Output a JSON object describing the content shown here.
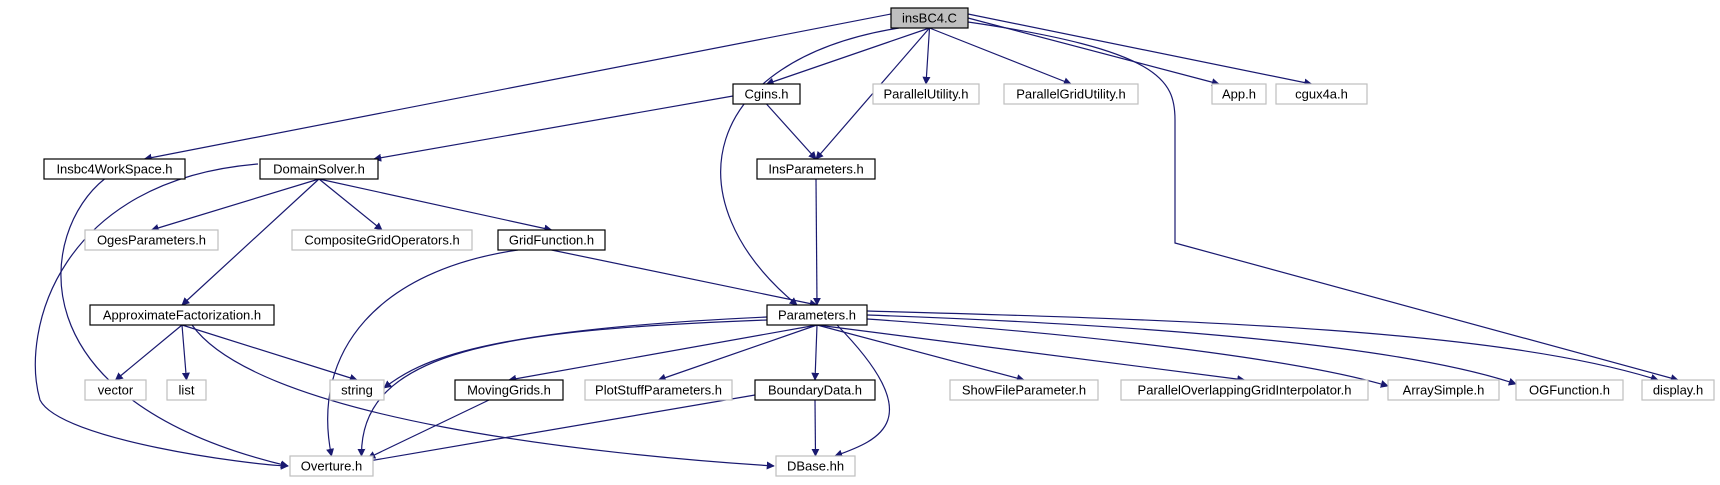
{
  "colors": {
    "edge": "#191970",
    "root_fill": "#bfbfbf",
    "root_stroke": "#000000",
    "local_stroke": "#000000",
    "external_stroke": "#bfbfbf",
    "external_text": "#555555"
  },
  "nodes": [
    {
      "id": "insBC4",
      "label": "insBC4.C",
      "kind": "root"
    },
    {
      "id": "Cgins",
      "label": "Cgins.h",
      "kind": "local"
    },
    {
      "id": "ParallelUtility",
      "label": "ParallelUtility.h",
      "kind": "external"
    },
    {
      "id": "ParallelGridUtility",
      "label": "ParallelGridUtility.h",
      "kind": "external"
    },
    {
      "id": "App",
      "label": "App.h",
      "kind": "external"
    },
    {
      "id": "cgux4a",
      "label": "cgux4a.h",
      "kind": "external"
    },
    {
      "id": "Insbc4WorkSpace",
      "label": "Insbc4WorkSpace.h",
      "kind": "local"
    },
    {
      "id": "DomainSolver",
      "label": "DomainSolver.h",
      "kind": "local"
    },
    {
      "id": "InsParameters",
      "label": "InsParameters.h",
      "kind": "local"
    },
    {
      "id": "OgesParameters",
      "label": "OgesParameters.h",
      "kind": "external"
    },
    {
      "id": "CompositeGridOperators",
      "label": "CompositeGridOperators.h",
      "kind": "external"
    },
    {
      "id": "GridFunction",
      "label": "GridFunction.h",
      "kind": "local"
    },
    {
      "id": "ApproximateFactorization",
      "label": "ApproximateFactorization.h",
      "kind": "local"
    },
    {
      "id": "Parameters",
      "label": "Parameters.h",
      "kind": "local"
    },
    {
      "id": "vector",
      "label": "vector",
      "kind": "external"
    },
    {
      "id": "list",
      "label": "list",
      "kind": "external"
    },
    {
      "id": "string",
      "label": "string",
      "kind": "external"
    },
    {
      "id": "MovingGrids",
      "label": "MovingGrids.h",
      "kind": "local"
    },
    {
      "id": "PlotStuffParameters",
      "label": "PlotStuffParameters.h",
      "kind": "external"
    },
    {
      "id": "BoundaryData",
      "label": "BoundaryData.h",
      "kind": "local"
    },
    {
      "id": "ShowFileParameter",
      "label": "ShowFileParameter.h",
      "kind": "external"
    },
    {
      "id": "ParallelOverlappingGridInterpolator",
      "label": "ParallelOverlappingGridInterpolator.h",
      "kind": "external"
    },
    {
      "id": "ArraySimple",
      "label": "ArraySimple.h",
      "kind": "external"
    },
    {
      "id": "OGFunction",
      "label": "OGFunction.h",
      "kind": "external"
    },
    {
      "id": "display",
      "label": "display.h",
      "kind": "external"
    },
    {
      "id": "Overture",
      "label": "Overture.h",
      "kind": "external"
    },
    {
      "id": "DBase",
      "label": "DBase.hh",
      "kind": "external"
    }
  ],
  "edges": [
    {
      "from": "insBC4",
      "to": "Cgins"
    },
    {
      "from": "insBC4",
      "to": "ParallelUtility"
    },
    {
      "from": "insBC4",
      "to": "ParallelGridUtility"
    },
    {
      "from": "insBC4",
      "to": "App"
    },
    {
      "from": "insBC4",
      "to": "cgux4a"
    },
    {
      "from": "insBC4",
      "to": "Insbc4WorkSpace"
    },
    {
      "from": "insBC4",
      "to": "InsParameters"
    },
    {
      "from": "insBC4",
      "to": "Parameters"
    },
    {
      "from": "insBC4",
      "to": "display"
    },
    {
      "from": "Cgins",
      "to": "DomainSolver"
    },
    {
      "from": "Cgins",
      "to": "InsParameters"
    },
    {
      "from": "Insbc4WorkSpace",
      "to": "Overture"
    },
    {
      "from": "DomainSolver",
      "to": "OgesParameters"
    },
    {
      "from": "DomainSolver",
      "to": "CompositeGridOperators"
    },
    {
      "from": "DomainSolver",
      "to": "GridFunction"
    },
    {
      "from": "DomainSolver",
      "to": "ApproximateFactorization"
    },
    {
      "from": "DomainSolver",
      "to": "Overture"
    },
    {
      "from": "InsParameters",
      "to": "Parameters"
    },
    {
      "from": "GridFunction",
      "to": "Parameters"
    },
    {
      "from": "GridFunction",
      "to": "Overture"
    },
    {
      "from": "ApproximateFactorization",
      "to": "vector"
    },
    {
      "from": "ApproximateFactorization",
      "to": "list"
    },
    {
      "from": "ApproximateFactorization",
      "to": "string"
    },
    {
      "from": "ApproximateFactorization",
      "to": "DBase"
    },
    {
      "from": "Parameters",
      "to": "string"
    },
    {
      "from": "Parameters",
      "to": "MovingGrids"
    },
    {
      "from": "Parameters",
      "to": "PlotStuffParameters"
    },
    {
      "from": "Parameters",
      "to": "BoundaryData"
    },
    {
      "from": "Parameters",
      "to": "ShowFileParameter"
    },
    {
      "from": "Parameters",
      "to": "ParallelOverlappingGridInterpolator"
    },
    {
      "from": "Parameters",
      "to": "ArraySimple"
    },
    {
      "from": "Parameters",
      "to": "OGFunction"
    },
    {
      "from": "Parameters",
      "to": "display"
    },
    {
      "from": "Parameters",
      "to": "Overture"
    },
    {
      "from": "Parameters",
      "to": "DBase"
    },
    {
      "from": "MovingGrids",
      "to": "Overture"
    },
    {
      "from": "BoundaryData",
      "to": "Overture"
    },
    {
      "from": "BoundaryData",
      "to": "DBase"
    }
  ]
}
